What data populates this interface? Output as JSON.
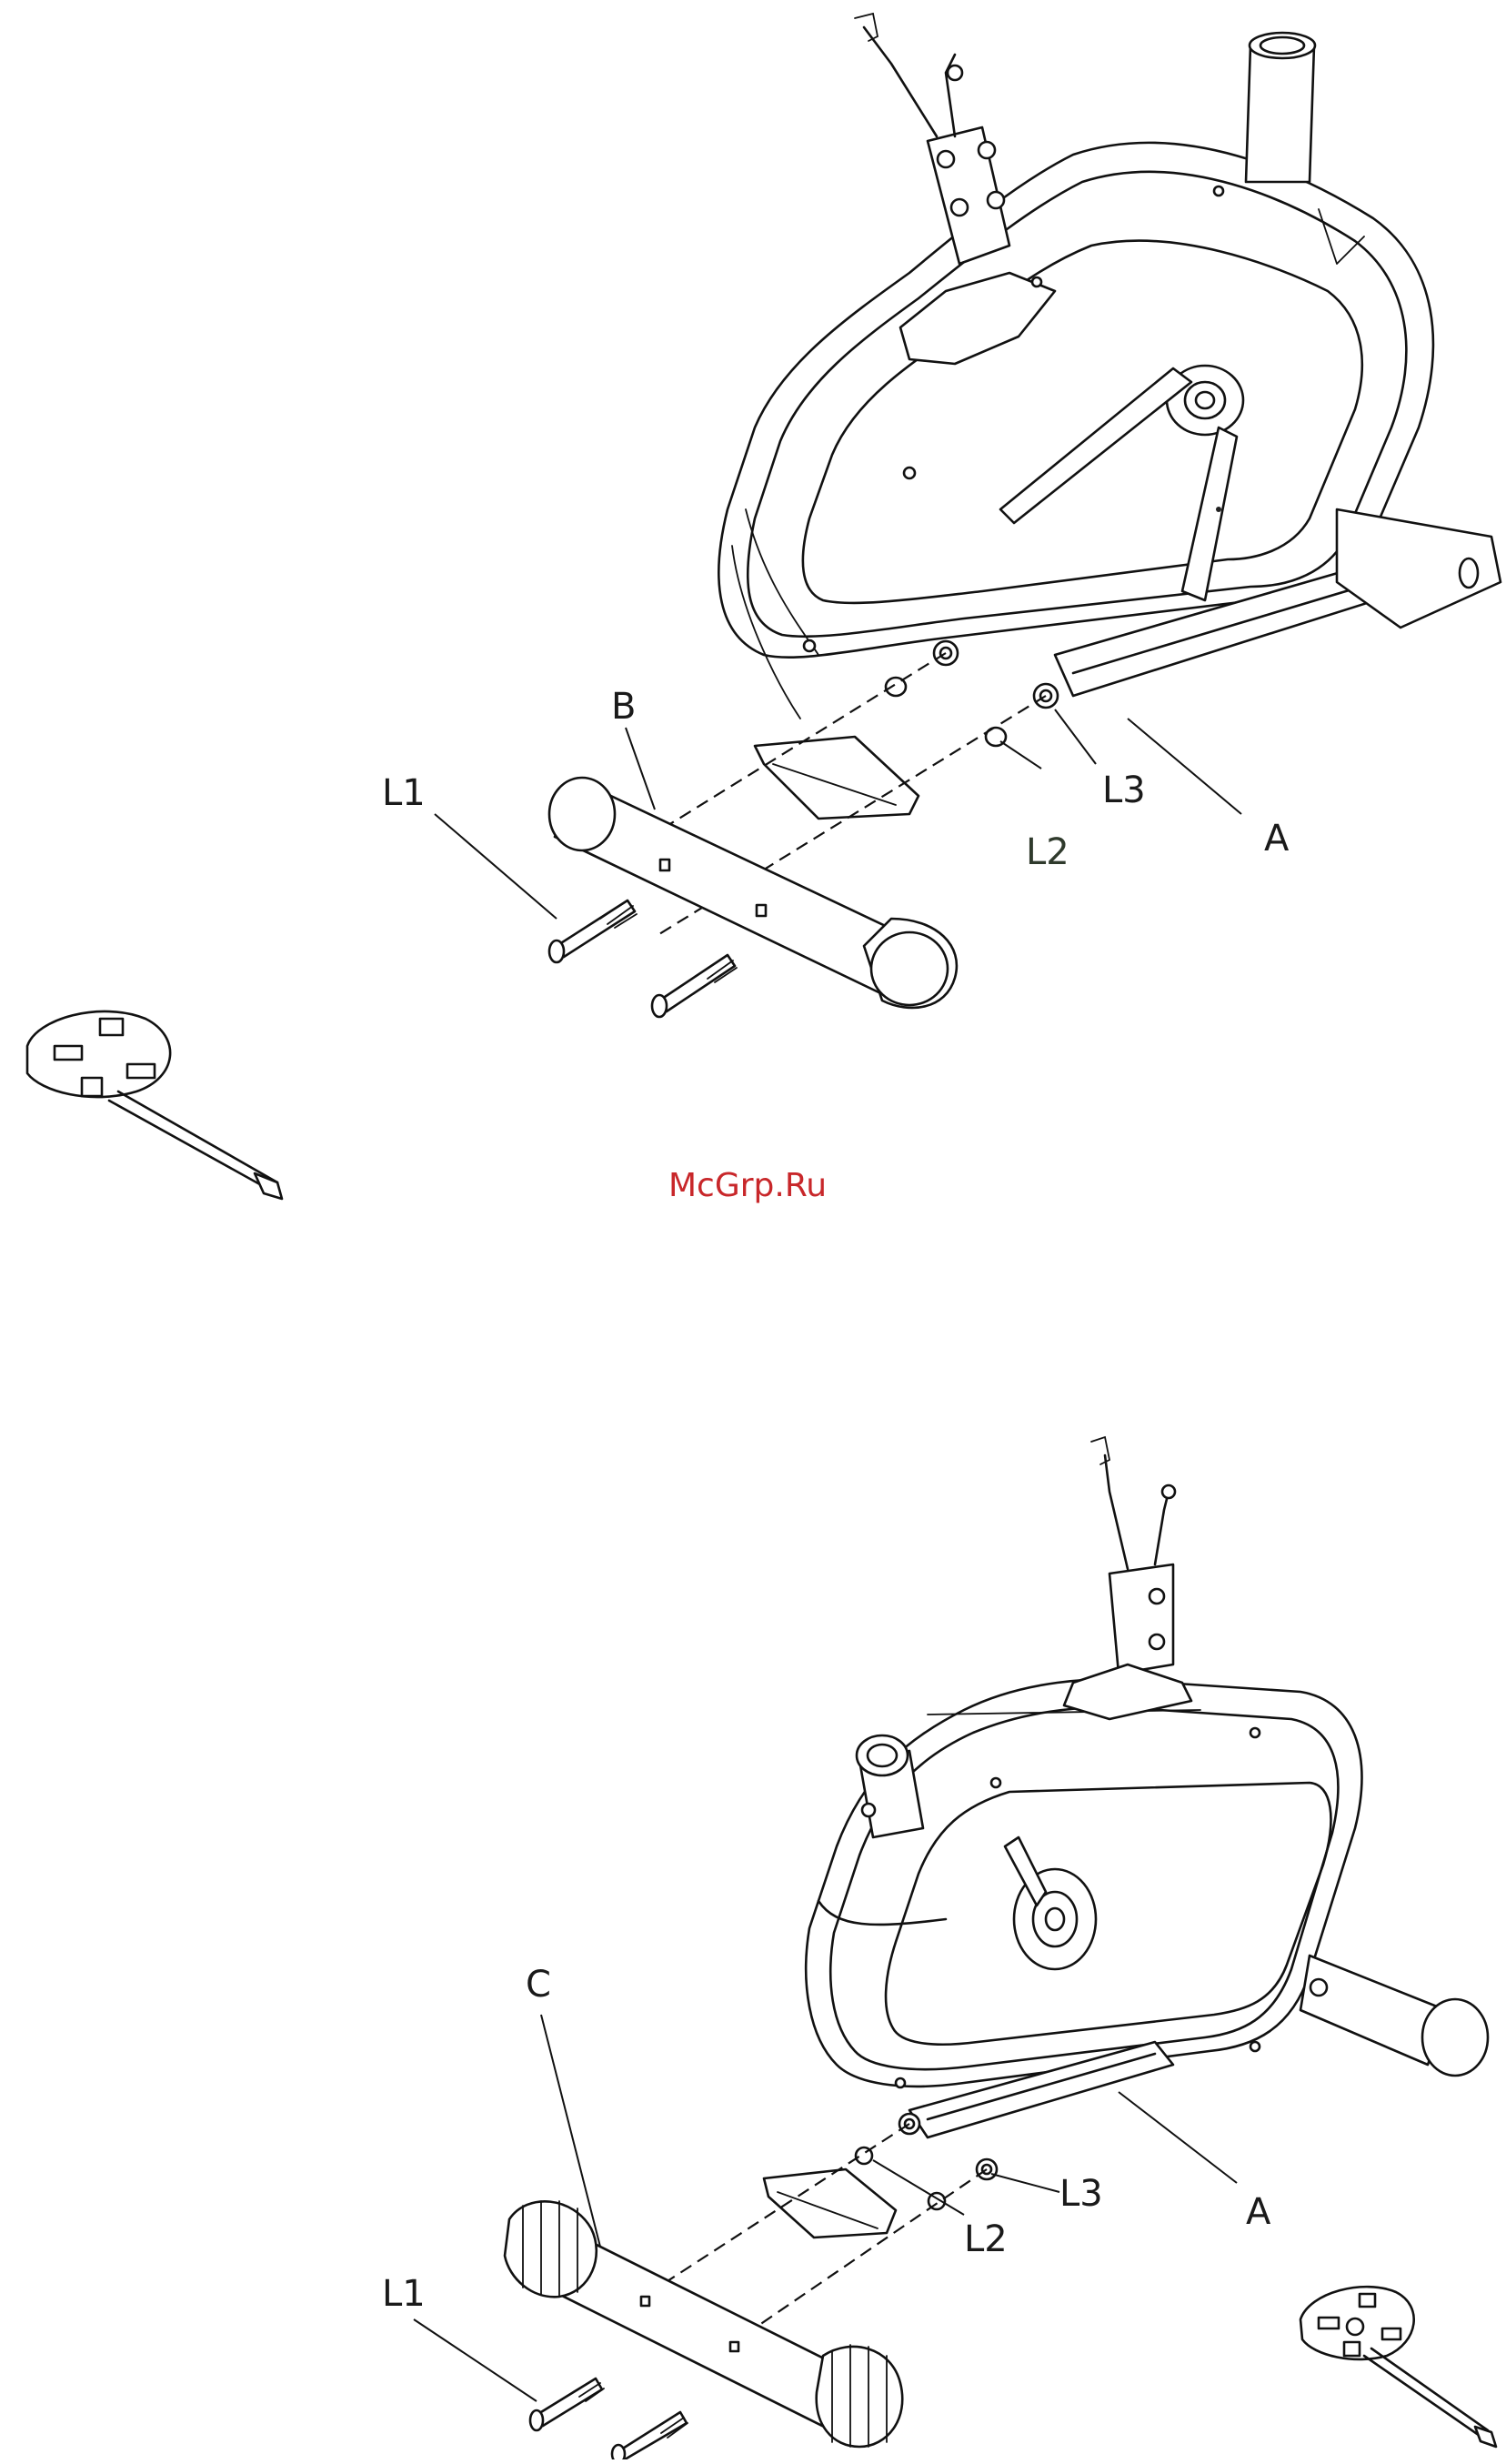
{
  "watermark": "McGrp.Ru",
  "figure_top": {
    "labels": {
      "frame": "A",
      "front_stabilizer": "B",
      "bolt": "L1",
      "washer": "L2",
      "nut": "L3"
    }
  },
  "figure_bottom": {
    "labels": {
      "frame": "A",
      "rear_stabilizer": "C",
      "bolt": "L1",
      "washer": "L2",
      "nut": "L3"
    }
  }
}
